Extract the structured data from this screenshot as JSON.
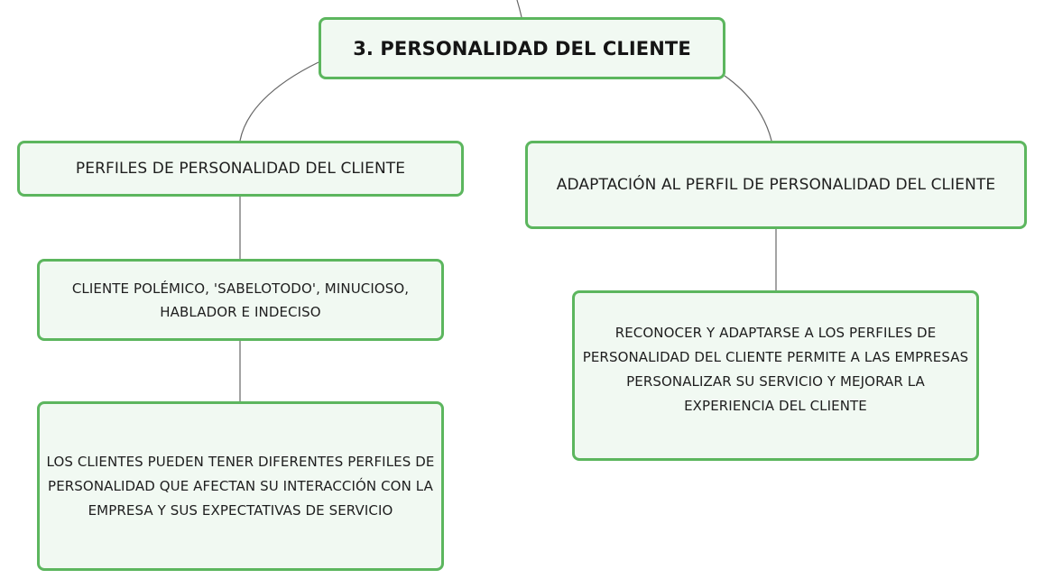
{
  "diagram": {
    "root": {
      "label": "3. PERSONALIDAD DEL CLIENTE"
    },
    "branches": [
      {
        "label": "PERFILES DE PERSONALIDAD DEL CLIENTE",
        "children": [
          "CLIENTE POLÉMICO, 'SABELOTODO', MINUCIOSO, HABLADOR E INDECISO",
          "LOS CLIENTES PUEDEN TENER DIFERENTES PERFILES DE PERSONALIDAD QUE AFECTAN SU INTERACCIÓN CON LA EMPRESA Y SUS EXPECTATIVAS DE SERVICIO"
        ]
      },
      {
        "label": "ADAPTACIÓN AL PERFIL DE PERSONALIDAD DEL CLIENTE",
        "children": [
          "RECONOCER Y ADAPTARSE A LOS PERFILES DE PERSONALIDAD DEL CLIENTE PERMITE A LAS EMPRESAS PERSONALIZAR SU SERVICIO Y MEJORAR LA EXPERIENCIA DEL CLIENTE"
        ]
      }
    ]
  },
  "colors": {
    "node_border": "#5cb65e",
    "node_fill": "#f1f9f2",
    "connector": "#666666",
    "text": "#1e1e1e"
  }
}
